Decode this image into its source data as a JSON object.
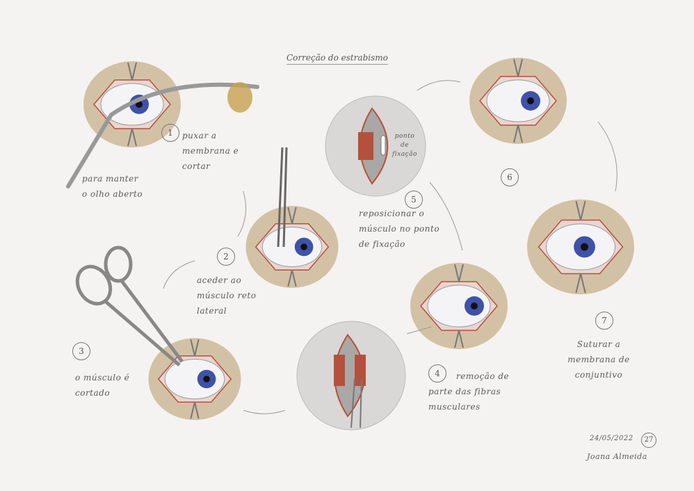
{
  "title": "Correção do estrabismo",
  "steps": [
    {
      "number": "1",
      "text": "puxar a membrana e cortar",
      "note": "para manter o olho aberto"
    },
    {
      "number": "2",
      "text": "aceder ao músculo reto lateral"
    },
    {
      "number": "3",
      "text": "o músculo é cortado"
    },
    {
      "number": "4",
      "text": "remoção de parte das fibras musculares"
    },
    {
      "number": "5",
      "text": "reposicionar o músculo no ponto de fixação",
      "inset_label": "ponto de fixação"
    },
    {
      "number": "6"
    },
    {
      "number": "7",
      "text": "Suturar a membrana de conjuntivo"
    }
  ],
  "footer": {
    "date": "24/05/2022",
    "page": "27",
    "signature": "Joana Almeida"
  },
  "colors": {
    "iris": "#3f52a8",
    "skin": "#b89868",
    "muscle": "#b5503c",
    "paper": "#f4f3f1"
  }
}
